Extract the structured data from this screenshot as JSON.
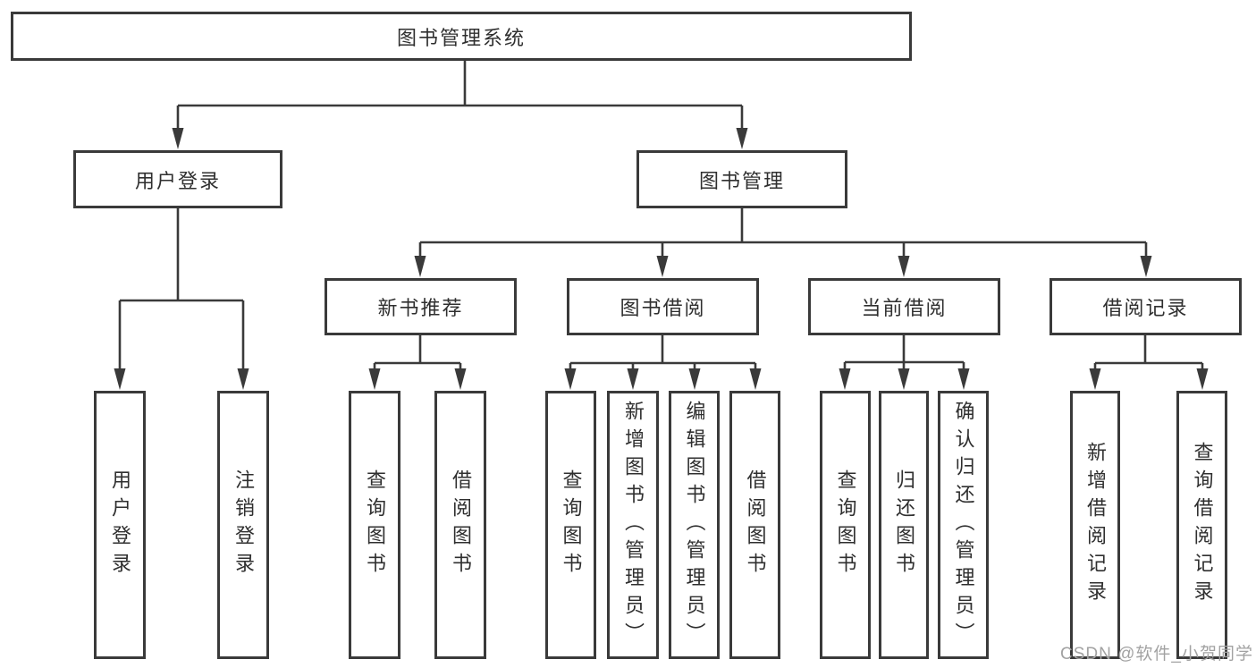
{
  "diagram": {
    "root": {
      "label": "图书管理系统"
    },
    "level2": {
      "user_login": {
        "label": "用户登录"
      },
      "book_mgmt": {
        "label": "图书管理"
      }
    },
    "level3": {
      "new_book": {
        "label": "新书推荐"
      },
      "book_borrow": {
        "label": "图书借阅"
      },
      "current_borrow": {
        "label": "当前借阅"
      },
      "borrow_record": {
        "label": "借阅记录"
      }
    },
    "leaves": {
      "ul_login": {
        "label": "用户登录"
      },
      "ul_logout": {
        "label": "注销登录"
      },
      "nb_query": {
        "label": "查询图书"
      },
      "nb_borrow": {
        "label": "借阅图书"
      },
      "bb_query": {
        "label": "查询图书"
      },
      "bb_add": {
        "label": "新增图书（管理员）"
      },
      "bb_edit": {
        "label": "编辑图书（管理员）"
      },
      "bb_borrow": {
        "label": "借阅图书"
      },
      "cb_query": {
        "label": "查询图书"
      },
      "cb_return": {
        "label": "归还图书"
      },
      "cb_confirm": {
        "label": "确认归还（管理员）"
      },
      "br_add": {
        "label": "新增借阅记录"
      },
      "br_query": {
        "label": "查询借阅记录"
      }
    },
    "edges": [
      [
        "图书管理系统",
        "用户登录"
      ],
      [
        "图书管理系统",
        "图书管理"
      ],
      [
        "用户登录",
        "用户登录"
      ],
      [
        "用户登录",
        "注销登录"
      ],
      [
        "图书管理",
        "新书推荐"
      ],
      [
        "图书管理",
        "图书借阅"
      ],
      [
        "图书管理",
        "当前借阅"
      ],
      [
        "图书管理",
        "借阅记录"
      ],
      [
        "新书推荐",
        "查询图书"
      ],
      [
        "新书推荐",
        "借阅图书"
      ],
      [
        "图书借阅",
        "查询图书"
      ],
      [
        "图书借阅",
        "新增图书（管理员）"
      ],
      [
        "图书借阅",
        "编辑图书（管理员）"
      ],
      [
        "图书借阅",
        "借阅图书"
      ],
      [
        "当前借阅",
        "查询图书"
      ],
      [
        "当前借阅",
        "归还图书"
      ],
      [
        "当前借阅",
        "确认归还（管理员）"
      ],
      [
        "借阅记录",
        "新增借阅记录"
      ],
      [
        "借阅记录",
        "查询借阅记录"
      ]
    ],
    "watermark": "CSDN @软件_小贺同学",
    "colors": {
      "line": "#3a3a3a",
      "text": "#2f2f2f",
      "box_background": "#ffffff",
      "watermark": "#a2a2a2"
    }
  }
}
